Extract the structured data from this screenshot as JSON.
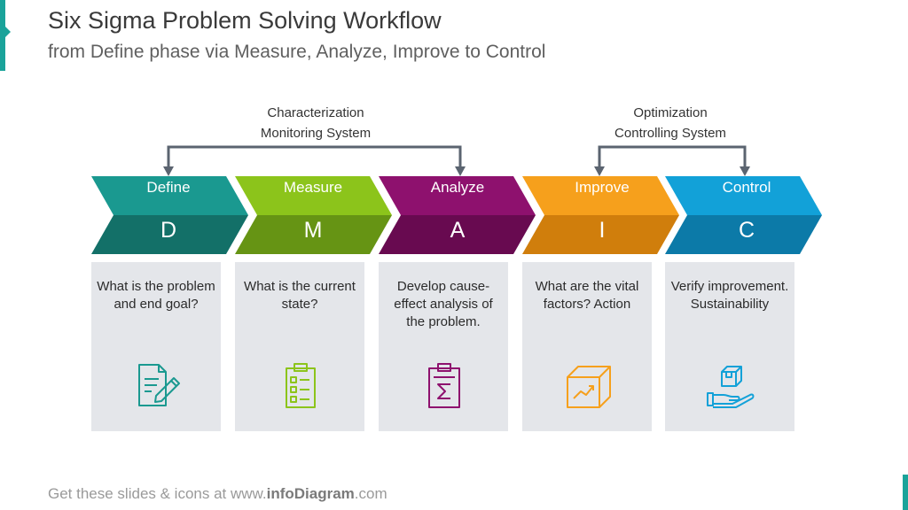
{
  "header": {
    "title": "Six Sigma Problem Solving Workflow",
    "subtitle": "from Define phase via Measure, Analyze, Improve to Control"
  },
  "groups": [
    {
      "line1": "Characterization",
      "line2": "Monitoring System"
    },
    {
      "line1": "Optimization",
      "line2": "Controlling System"
    }
  ],
  "steps": [
    {
      "name": "Define",
      "letter": "D",
      "text": "What is the problem and end goal?",
      "icon": "document-pencil-icon",
      "color_top": "#1a9990",
      "color_bottom": "#137068"
    },
    {
      "name": "Measure",
      "letter": "M",
      "text": "What is the current state?",
      "icon": "checklist-clipboard-icon",
      "color_top": "#8cc41b",
      "color_bottom": "#669414"
    },
    {
      "name": "Analyze",
      "letter": "A",
      "text": "Develop cause-effect analysis of the problem.",
      "icon": "sigma-clipboard-icon",
      "color_top": "#8e116e",
      "color_bottom": "#680a50"
    },
    {
      "name": "Improve",
      "letter": "I",
      "text": "What are the vital factors? Action",
      "icon": "growth-box-icon",
      "color_top": "#f6a01c",
      "color_bottom": "#d07e0c"
    },
    {
      "name": "Control",
      "letter": "C",
      "text": "Verify improvement. Sustainability",
      "icon": "hand-box-icon",
      "color_top": "#12a1d8",
      "color_bottom": "#0c7aa8"
    }
  ],
  "footer": {
    "prefix": "Get these slides  & icons  at www.",
    "brand": "infoDiagram",
    "suffix": ".com"
  }
}
